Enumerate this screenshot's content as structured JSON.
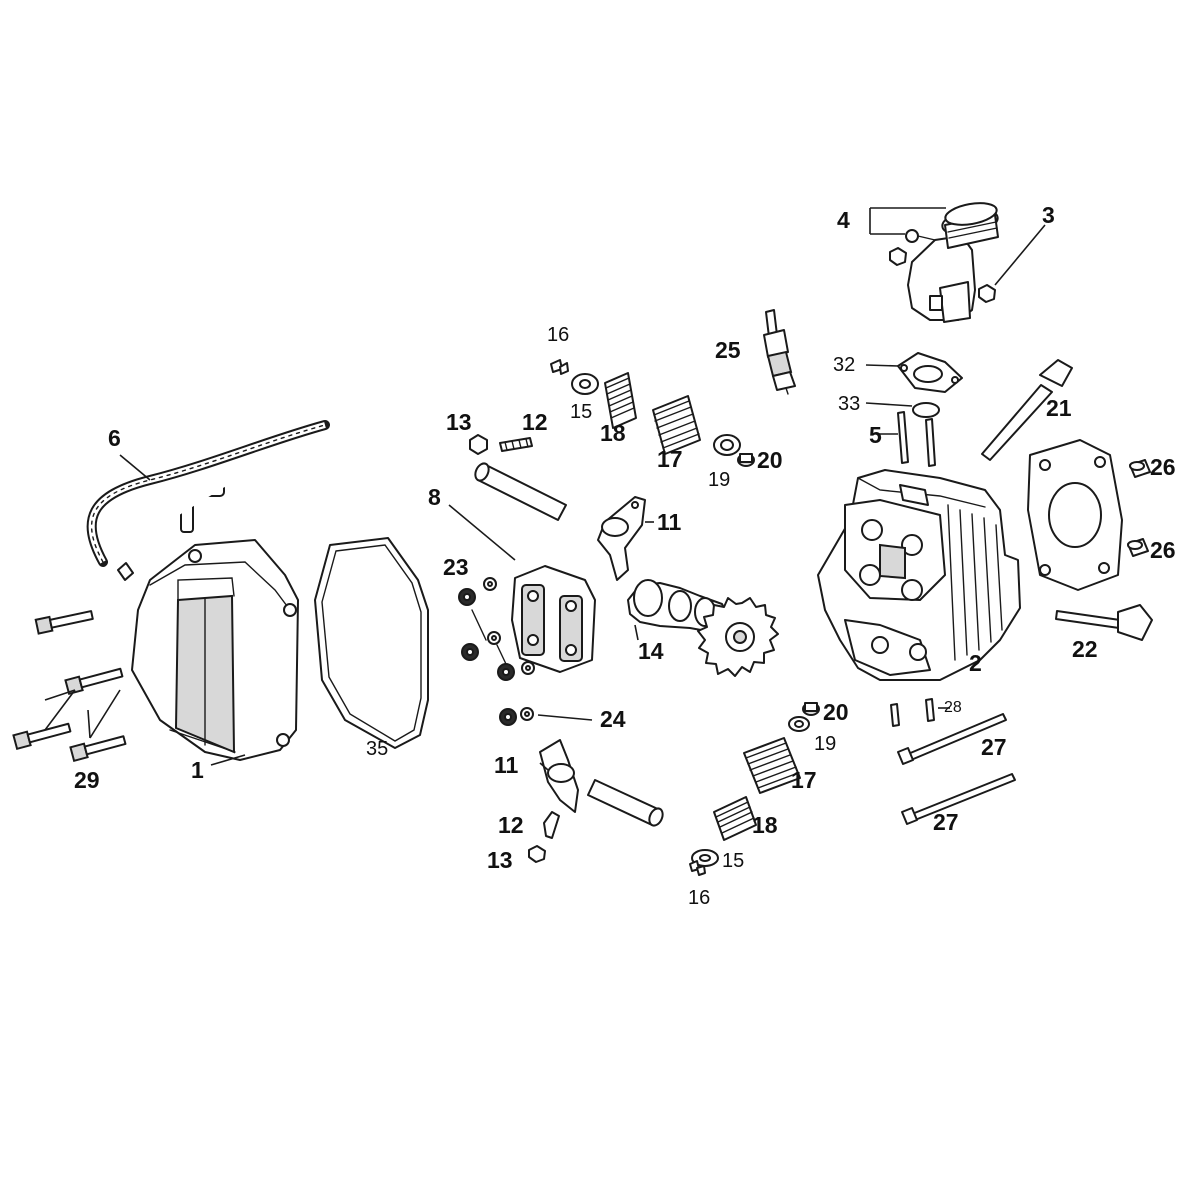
{
  "diagram": {
    "callouts": {
      "c1": "1",
      "c2": "2",
      "c3": "3",
      "c4": "4",
      "c5": "5",
      "c6": "6",
      "c8": "8",
      "c11a": "11",
      "c11b": "11",
      "c12a": "12",
      "c12b": "12",
      "c13a": "13",
      "c13b": "13",
      "c14": "14",
      "c15a": "15",
      "c15b": "15",
      "c16a": "16",
      "c16b": "16",
      "c17a": "17",
      "c17b": "17",
      "c18a": "18",
      "c18b": "18",
      "c19a": "19",
      "c19b": "19",
      "c20a": "20",
      "c20b": "20",
      "c21": "21",
      "c22": "22",
      "c23": "23",
      "c24": "24",
      "c25": "25",
      "c26a": "26",
      "c26b": "26",
      "c27a": "27",
      "c27b": "27",
      "c28": "28",
      "c29": "29",
      "c32": "32",
      "c33": "33",
      "c35": "35"
    }
  }
}
